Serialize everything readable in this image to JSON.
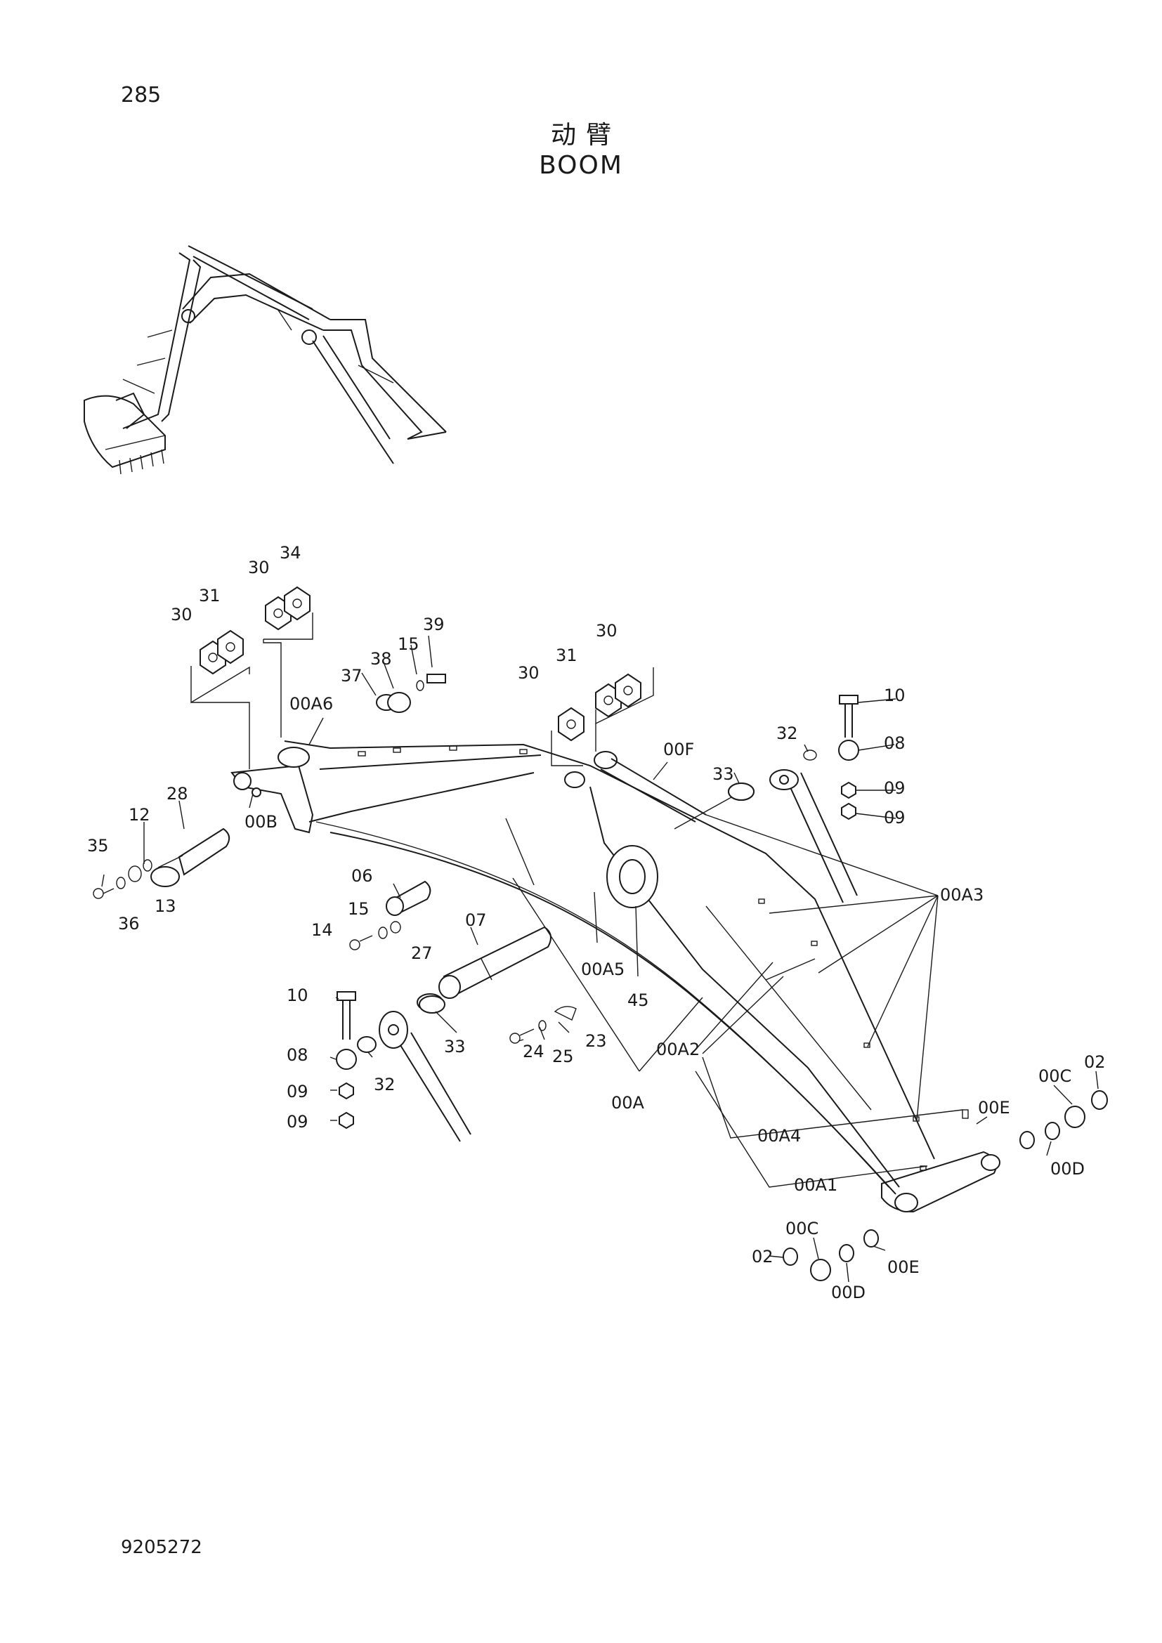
{
  "header": {
    "page_number": "285",
    "title_cn": "动臂",
    "title_en": "BOOM"
  },
  "footer": {
    "drawing_number": "9205272"
  },
  "callouts": {
    "upper_left_washers": [
      "30",
      "31",
      "30",
      "34"
    ],
    "upper_right_washers": [
      "30",
      "31",
      "30"
    ],
    "pin_assembly_left": [
      "28",
      "12",
      "35",
      "36",
      "13",
      "00B",
      "00A6"
    ],
    "pin_assembly_top": [
      "37",
      "38",
      "15",
      "39"
    ],
    "center_parts": [
      "06",
      "15",
      "14",
      "27",
      "07",
      "00A5",
      "45",
      "33",
      "24",
      "25",
      "23"
    ],
    "cylinder_left": [
      "10",
      "08",
      "09",
      "09",
      "32"
    ],
    "cylinder_right": [
      "10",
      "08",
      "09",
      "09",
      "32",
      "33",
      "00F"
    ],
    "boom_body": [
      "00A3",
      "00A2",
      "00A",
      "00A4",
      "00A1"
    ],
    "tip_right": [
      "02",
      "00C",
      "00D",
      "00E"
    ],
    "tip_bottom": [
      "02",
      "00C",
      "00D",
      "00E"
    ]
  }
}
